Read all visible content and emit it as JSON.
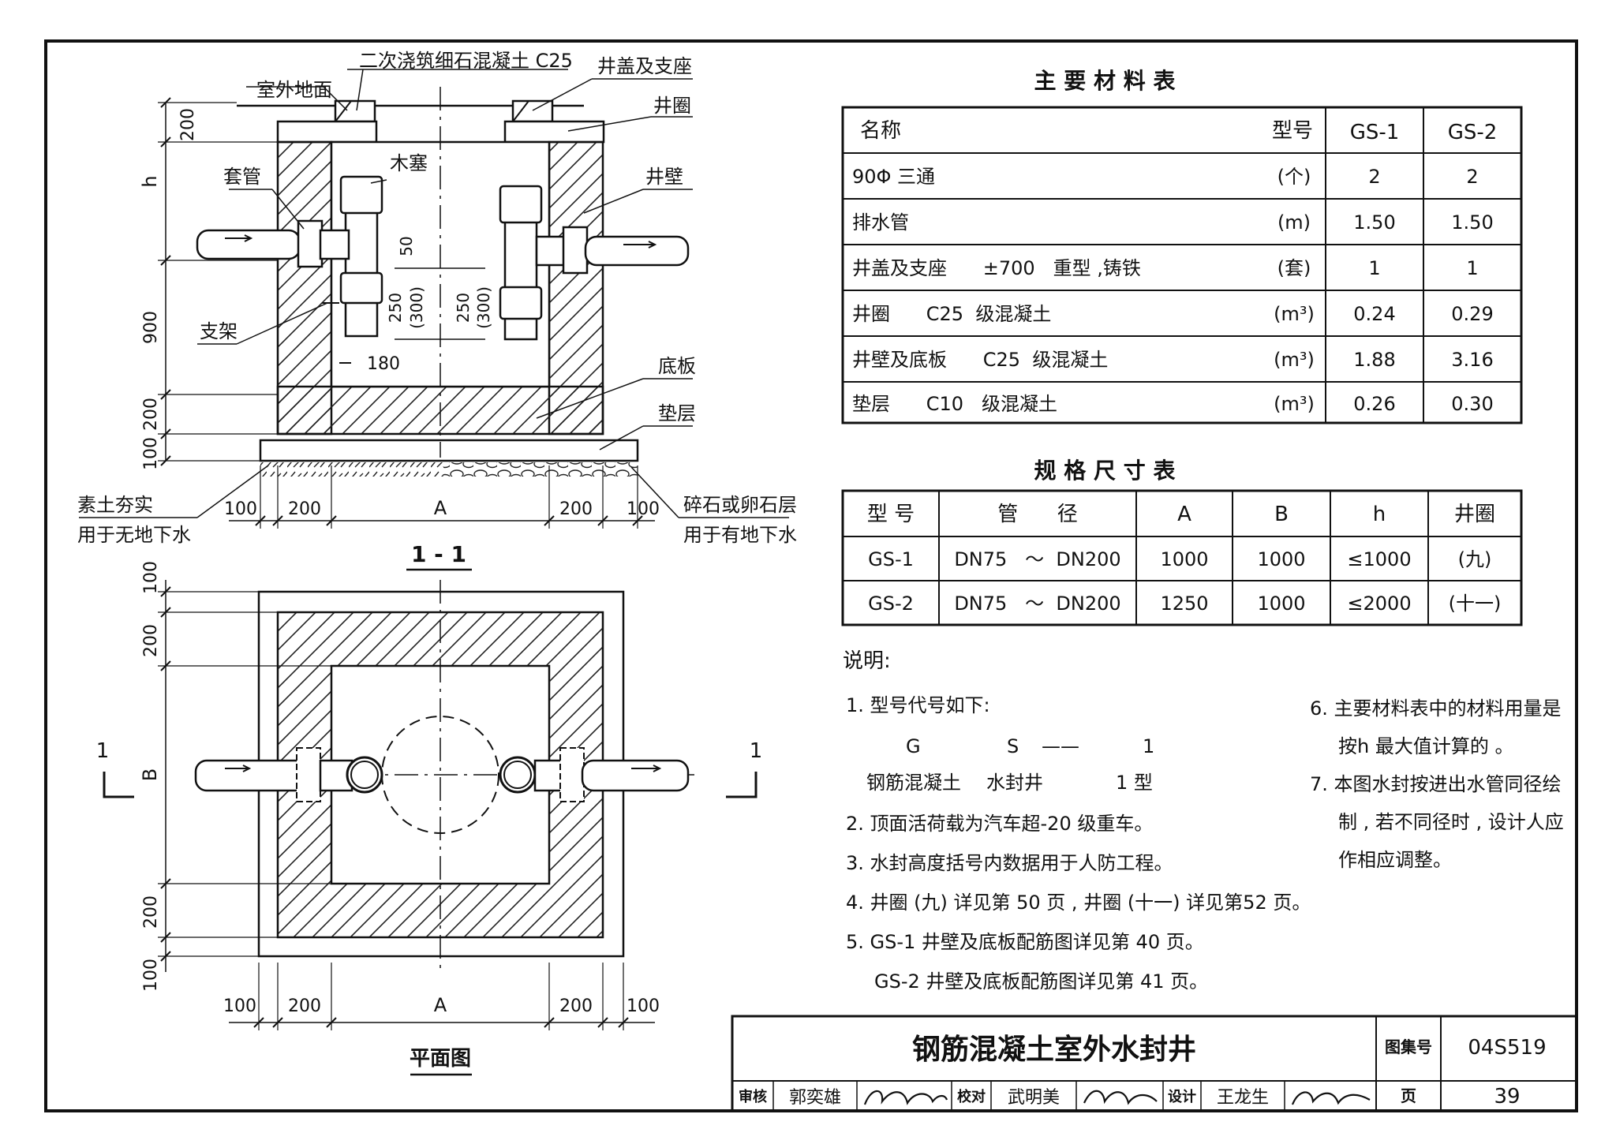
{
  "section": {
    "labels": {
      "ground": "室外地面",
      "concrete2": "二次浇筑细石混凝土 C25",
      "cover": "井盖及支座",
      "ring": "井圈",
      "wall": "井壁",
      "sleeve": "套管",
      "plug": "木塞",
      "bracket": "支架",
      "bottom": "底板",
      "cushion": "垫层",
      "soil1": "素土夯实",
      "soil2": "用于无地下水",
      "gravel1": "碎石或卵石层",
      "gravel2": "用于有地下水"
    },
    "dims": {
      "d200top": "200",
      "dh": "h",
      "d900": "900",
      "d200b": "200",
      "d100b": "100",
      "d50": "50",
      "d250a": "250",
      "d300a": "(300)",
      "d250b": "250",
      "d300b": "(300)",
      "d180": "180",
      "b100l": "100",
      "b200l": "200",
      "bA": "A",
      "b200r": "200",
      "b100r": "100"
    },
    "title": "1 - 1"
  },
  "plan": {
    "dims": {
      "v100t": "100",
      "v200t": "200",
      "vB": "B",
      "v200b": "200",
      "v100b": "100",
      "h100l": "100",
      "h200l": "200",
      "hA": "A",
      "h200r": "200",
      "h100r": "100"
    },
    "cut_left": "1",
    "cut_right": "1",
    "title": "平面图"
  },
  "materials": {
    "title": "主 要 材 料 表",
    "headers": {
      "name": "名称",
      "model": "型号",
      "gs1": "GS-1",
      "gs2": "GS-2"
    },
    "rows": [
      {
        "name": "90Φ 三通",
        "unit": "(个)",
        "gs1": "2",
        "gs2": "2"
      },
      {
        "name": "排水管",
        "unit": "(m)",
        "gs1": "1.50",
        "gs2": "1.50"
      },
      {
        "name": "井盖及支座      ±700   重型 ,铸铁",
        "unit": "(套)",
        "gs1": "1",
        "gs2": "1"
      },
      {
        "name": "井圈      C25  级混凝土",
        "unit": "(m³)",
        "gs1": "0.24",
        "gs2": "0.29"
      },
      {
        "name": "井壁及底板      C25  级混凝土",
        "unit": "(m³)",
        "gs1": "1.88",
        "gs2": "3.16"
      },
      {
        "name": "垫层      C10   级混凝土",
        "unit": "(m³)",
        "gs1": "0.26",
        "gs2": "0.30"
      }
    ]
  },
  "specs": {
    "title": "规 格 尺 寸 表",
    "headers": [
      "型 号",
      "管      径",
      "A",
      "B",
      "h",
      "井圈"
    ],
    "rows": [
      [
        "GS-1",
        "DN75   ～  DN200",
        "1000",
        "1000",
        "≤1000",
        "(九)"
      ],
      [
        "GS-2",
        "DN75   ～  DN200",
        "1250",
        "1000",
        "≤2000",
        "(十一)"
      ]
    ]
  },
  "notes": {
    "heading": "说明:",
    "n1": "1. 型号代号如下:",
    "code_g": "G",
    "code_s": "S",
    "code_dash": "——",
    "code_1": "1",
    "code_lbl1": "钢筋混凝土",
    "code_lbl2": "水封井",
    "code_lbl3": "1 型",
    "n2": "2. 顶面活荷载为汽车超-20 级重车。",
    "n3": "3. 水封高度括号内数据用于人防工程。",
    "n4": "4. 井圈 (九) 详见第 50 页 , 井圈 (十一) 详见第52 页。",
    "n5a": "5. GS-1  井壁及底板配筋图详见第 40 页。",
    "n5b": "GS-2  井壁及底板配筋图详见第 41 页。",
    "n6a": "6. 主要材料表中的材料用量是",
    "n6b": "按h 最大值计算的 。",
    "n7a": "7. 本图水封按进出水管同径绘",
    "n7b": "制 , 若不同径时 , 设计人应",
    "n7c": "作相应调整。"
  },
  "titleblock": {
    "title": "钢筋混凝土室外水封井",
    "atlas_label": "图集号",
    "atlas_no": "04S519",
    "review_label": "审核",
    "reviewer": "郭奕雄",
    "check_label": "校对",
    "checker": "武明美",
    "design_label": "设计",
    "designer": "王龙生",
    "page_label": "页",
    "page_no": "39"
  }
}
